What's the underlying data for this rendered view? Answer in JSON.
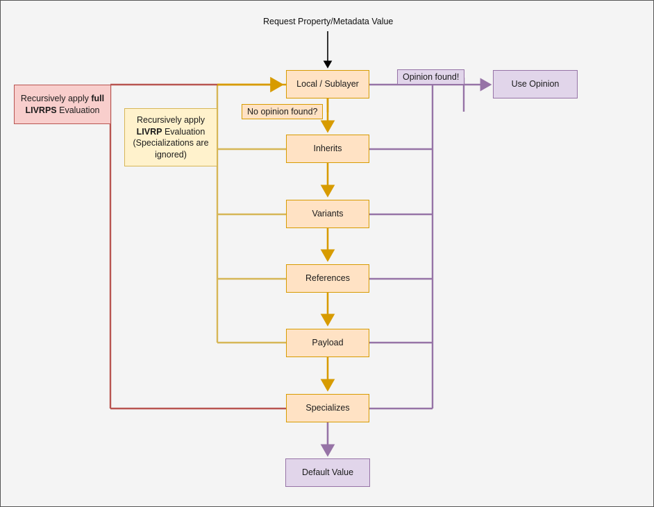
{
  "diagram": {
    "title_text": "Request Property/Metadata Value",
    "colors": {
      "background": "#f4f4f4",
      "frame_border": "#555555",
      "orange_fill": "#ffe2c4",
      "orange_stroke": "#d79b00",
      "purple_fill": "#e1d5ea",
      "purple_stroke": "#9673a6",
      "pink_fill": "#f8cecc",
      "pink_stroke": "#b85450",
      "yellow_fill": "#fff2cc",
      "yellow_stroke": "#d6b656",
      "red_edge": "#b85450",
      "yellow_edge": "#d6b656",
      "orange_edge": "#d79b00",
      "purple_edge": "#9673a6",
      "black_edge": "#000000"
    },
    "entry": {
      "label": "Request Property/Metadata Value"
    },
    "flow_nodes": [
      {
        "id": "local-sublayer",
        "label": "Local / Sublayer"
      },
      {
        "id": "inherits",
        "label": "Inherits"
      },
      {
        "id": "variants",
        "label": "Variants"
      },
      {
        "id": "references",
        "label": "References"
      },
      {
        "id": "payload",
        "label": "Payload"
      },
      {
        "id": "specializes",
        "label": "Specializes"
      }
    ],
    "outcome_nodes": [
      {
        "id": "use-opinion",
        "label": "Use Opinion"
      },
      {
        "id": "default-value",
        "label": "Default Value"
      }
    ],
    "edge_labels": [
      {
        "id": "opinion-found",
        "label": "Opinion found!"
      },
      {
        "id": "no-opinion-found",
        "label": "No opinion found?"
      }
    ],
    "notes": [
      {
        "id": "livrps-note",
        "line1_prefix": "Recursively apply ",
        "line1_bold": "full",
        "line2_bold": "LIVRPS",
        "line2_suffix": " Evaluation",
        "plain": "Recursively apply full LIVRPS Evaluation"
      },
      {
        "id": "livrp-note",
        "line1": "Recursively apply",
        "line2_bold": "LIVRP",
        "line2_suffix": " Evaluation",
        "line3": "(Specializations are",
        "line4": "ignored)",
        "plain": "Recursively apply LIVRP Evaluation (Specializations are ignored)"
      }
    ]
  }
}
